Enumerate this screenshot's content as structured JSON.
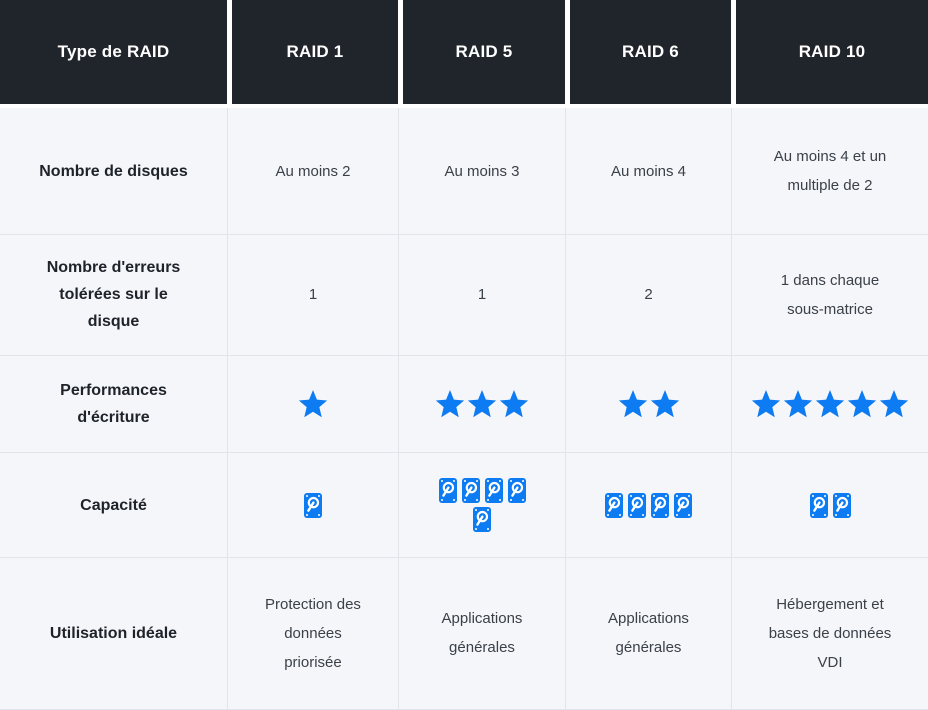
{
  "table": {
    "header": {
      "corner": "Type de RAID",
      "columns": [
        "RAID 1",
        "RAID 5",
        "RAID 6",
        "RAID 10"
      ]
    },
    "rows": [
      {
        "label": "Nombre de disques",
        "type": "text",
        "values": [
          "Au moins 2",
          "Au moins 3",
          "Au moins 4",
          "Au moins 4 et un\nmultiple de 2"
        ]
      },
      {
        "label": "Nombre d'erreurs\ntolérées sur le\ndisque",
        "type": "text",
        "values": [
          "1",
          "1",
          "2",
          "1 dans chaque\nsous-matrice"
        ]
      },
      {
        "label": "Performances\nd'écriture",
        "type": "stars",
        "values": [
          1,
          3,
          2,
          5
        ]
      },
      {
        "label": "Capacité",
        "type": "disks",
        "values": [
          1,
          5,
          4,
          2
        ]
      },
      {
        "label": "Utilisation idéale",
        "type": "text",
        "values": [
          "Protection des\ndonnées\npriorisée",
          "Applications\ngénérales",
          "Applications\ngénérales",
          "Hébergement et\nbases de données\nVDI"
        ]
      }
    ]
  },
  "icons": {
    "star": "star-icon",
    "disk": "hard-drive-icon"
  },
  "colors": {
    "accent_blue": "#0d7bf2",
    "header_bg": "#20252c",
    "header_text": "#ffffff",
    "body_bg": "#f5f6f9",
    "grid_line": "#e2e4e9",
    "label_text": "#1e232a",
    "value_text": "#3b4149"
  }
}
